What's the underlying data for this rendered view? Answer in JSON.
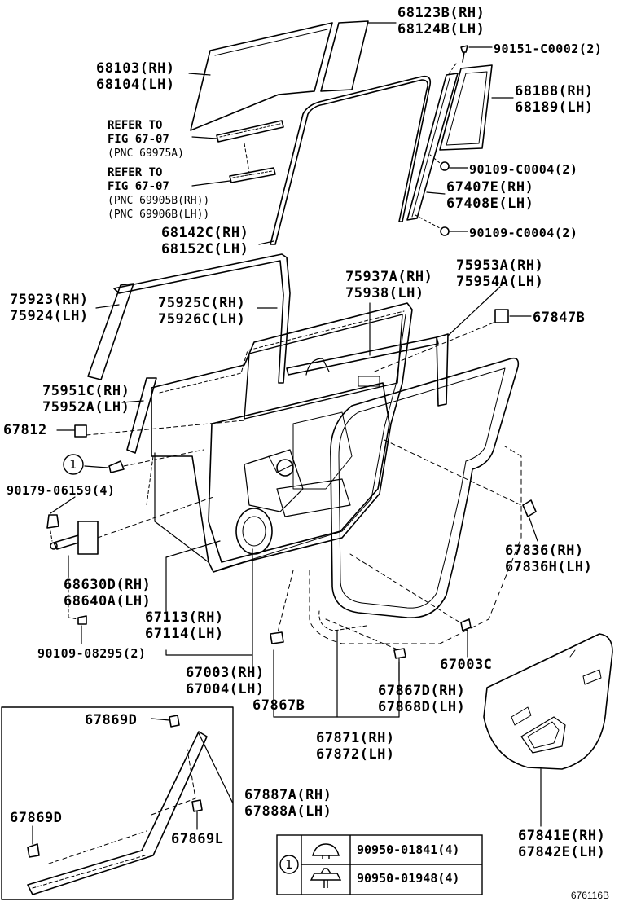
{
  "labels": {
    "p68123": [
      "68123B(RH)",
      "68124B(LH)"
    ],
    "p68103": [
      "68103(RH)",
      "68104(LH)"
    ],
    "p90151": [
      "90151-C0002(2)"
    ],
    "p68188": [
      "68188(RH)",
      "68189(LH)"
    ],
    "p90109a": [
      "90109-C0004(2)"
    ],
    "p67407": [
      "67407E(RH)",
      "67408E(LH)"
    ],
    "p90109b": [
      "90109-C0004(2)"
    ],
    "p68142": [
      "68142C(RH)",
      "68152C(LH)"
    ],
    "p75937": [
      "75937A(RH)",
      "75938(LH)"
    ],
    "p75953": [
      "75953A(RH)",
      "75954A(LH)"
    ],
    "p75923": [
      "75923(RH)",
      "75924(LH)"
    ],
    "p75925": [
      "75925C(RH)",
      "75926C(LH)"
    ],
    "p67847": [
      "67847B"
    ],
    "p75951": [
      "75951C(RH)",
      "75952A(LH)"
    ],
    "p67812": [
      "67812"
    ],
    "p90179": [
      "90179-06159(4)"
    ],
    "p67836": [
      "67836(RH)",
      "67836H(LH)"
    ],
    "p68630": [
      "68630D(RH)",
      "68640A(LH)"
    ],
    "p67113": [
      "67113(RH)",
      "67114(LH)"
    ],
    "p90109c": [
      "90109-08295(2)"
    ],
    "p67003c": [
      "67003C"
    ],
    "p67003": [
      "67003(RH)",
      "67004(LH)"
    ],
    "p67867d": [
      "67867D(RH)",
      "67868D(LH)"
    ],
    "p67867b": [
      "67867B"
    ],
    "p67871": [
      "67871(RH)",
      "67872(LH)"
    ],
    "p67841": [
      "67841E(RH)",
      "67842E(LH)"
    ],
    "p67869d_top": [
      "67869D"
    ],
    "p67887": [
      "67887A(RH)",
      "67888A(LH)"
    ],
    "p67869d_bot": [
      "67869D"
    ],
    "p67869l": [
      "67869L"
    ]
  },
  "refs": {
    "ref1": {
      "line1": "REFER TO",
      "line2": "FIG 67-07",
      "line3": "(PNC 69975A)"
    },
    "ref2": {
      "line1": "REFER TO",
      "line2": "FIG 67-07",
      "line3": "(PNC 69905B(RH))",
      "line4": "(PNC 69906B(LH))"
    }
  },
  "callout_marker": "1",
  "legend": {
    "marker": "1",
    "rows": [
      {
        "code": "90950-01841(4)"
      },
      {
        "code": "90950-01948(4)"
      }
    ]
  },
  "figure_id": "676116B"
}
